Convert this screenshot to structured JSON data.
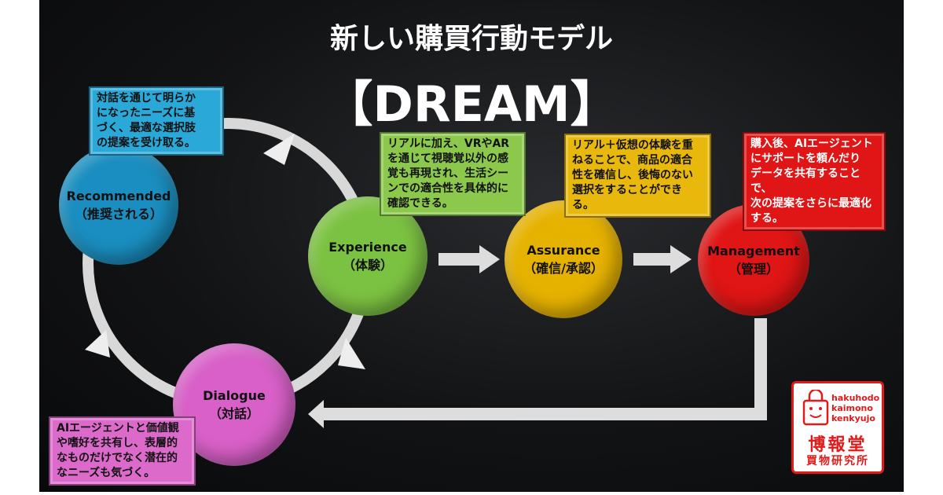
{
  "title": "新しい購買行動モデル",
  "subtitle": "【DREAM】",
  "stages": {
    "recommended": {
      "en": "Recommended",
      "ja": "（推奨される）",
      "desc": [
        "対話を通じて明らか",
        "になったニーズに基",
        "づく、最適な選択肢",
        "の提案を受け取る。"
      ],
      "color": "#1a8ec0"
    },
    "experience": {
      "en": "Experience",
      "ja": "（体験）",
      "desc": [
        "リアルに加え、VRやAR",
        "を通じて視聴覚以外の感",
        "覚も再現され、生活シー",
        "ンでの適合性を具体的に",
        "確認できる。"
      ],
      "color": "#7cc242"
    },
    "assurance": {
      "en": "Assurance",
      "ja": "（確信/承認）",
      "desc": [
        "リアル＋仮想の体験を重",
        "ねることで、商品の適合",
        "性を確信し、後悔のない",
        "選択をすることができる。"
      ],
      "color": "#e6b200"
    },
    "management": {
      "en": "Management",
      "ja": "（管理）",
      "desc": [
        "購入後、AIエージェント",
        "にサポートを頼んだり",
        "データを共有することで、",
        "次の提案をさらに最適化",
        "する。"
      ],
      "color": "#e01515"
    },
    "dialogue": {
      "en": "Dialogue",
      "ja": "（対話）",
      "desc": [
        "AIエージェントと価値観",
        "や嗜好を共有し、表層的",
        "なものだけでなく潜在的",
        "なニーズも気づく。"
      ],
      "color": "#d860c8"
    }
  },
  "logo": {
    "en": [
      "hakuhodo",
      "kaimono",
      "kenkyujo"
    ],
    "ja1": "博報堂",
    "ja2": "買物研究所"
  }
}
